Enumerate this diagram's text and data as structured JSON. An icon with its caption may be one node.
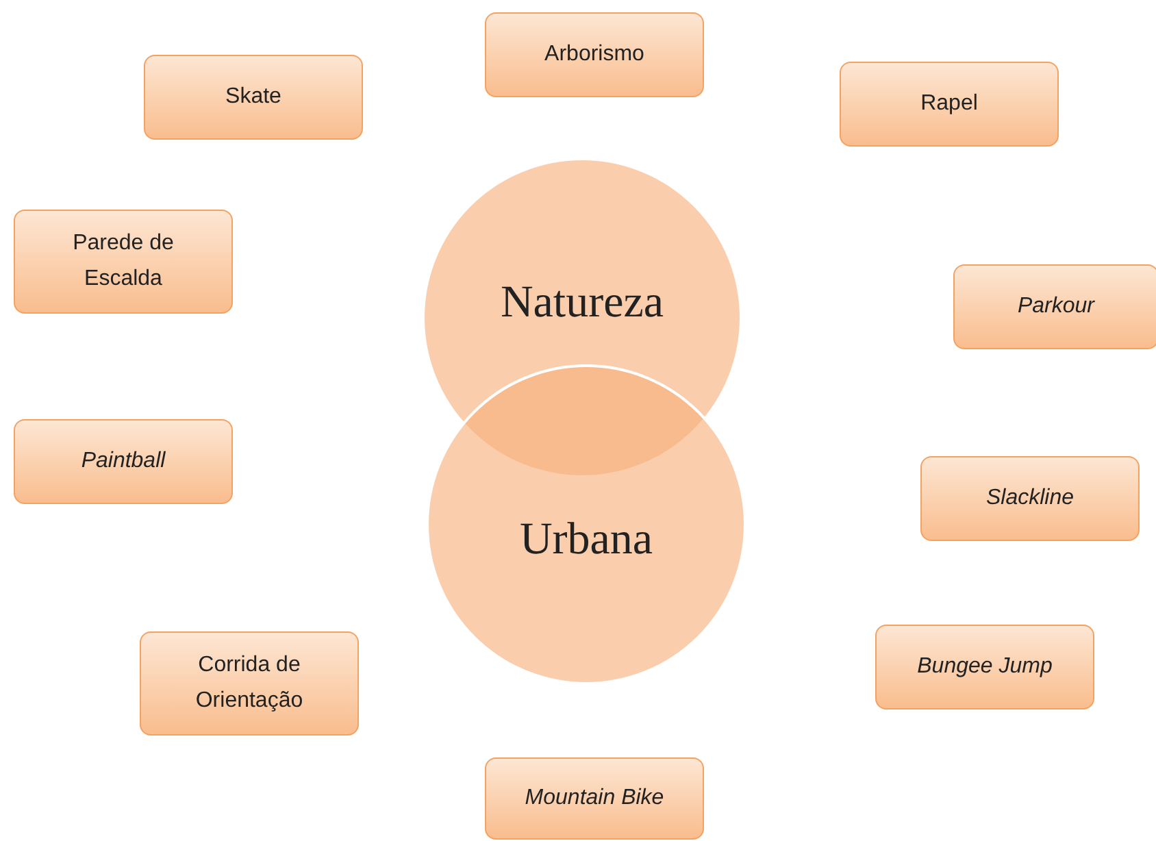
{
  "diagram": {
    "nodes": [
      {
        "text": [
          "Arborismo"
        ]
      },
      {
        "text": [
          "Skate"
        ]
      },
      {
        "text": [
          "Rapel"
        ]
      },
      {
        "text": [
          "Parede de Escalda"
        ]
      },
      {
        "text": [
          "Natureza"
        ]
      },
      {
        "text": [
          "Parkour"
        ]
      },
      {
        "text": [
          "Paintball"
        ]
      },
      {
        "text": [
          "Slackline"
        ]
      },
      {
        "text": [
          "Urbana"
        ]
      },
      {
        "text": [
          "Corrida de Orientação"
        ]
      },
      {
        "text": [
          "Bungee Jump"
        ]
      },
      {
        "text": [
          "Mountain Bike"
        ]
      }
    ]
  }
}
